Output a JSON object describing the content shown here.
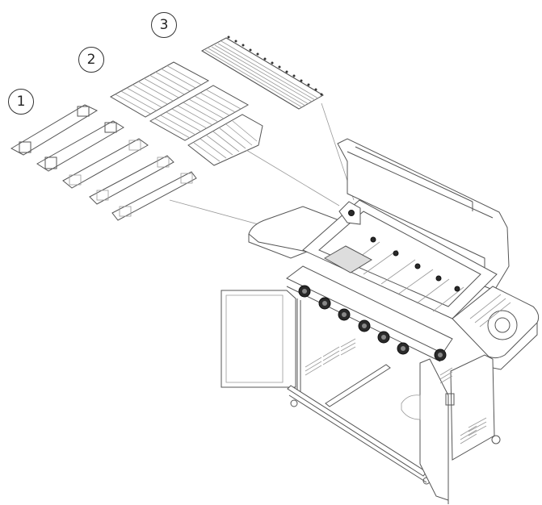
{
  "diagram": {
    "type": "exploded-parts-view",
    "subject": "6-burner gas grill with side burner",
    "callouts": [
      {
        "id": 1,
        "label": "1",
        "part": "heat tents / flavorizer bars",
        "count": 5
      },
      {
        "id": 2,
        "label": "2",
        "part": "cooking grates",
        "count": 3
      },
      {
        "id": 3,
        "label": "3",
        "part": "warming rack",
        "count": 1
      }
    ],
    "grill": {
      "main_burner_knobs": 6,
      "side_burner_knobs": 1,
      "lid": "open",
      "cabinet_doors": "open"
    },
    "colors": {
      "line": "#555555",
      "background": "#ffffff",
      "knob": "#2a2a2a"
    }
  }
}
